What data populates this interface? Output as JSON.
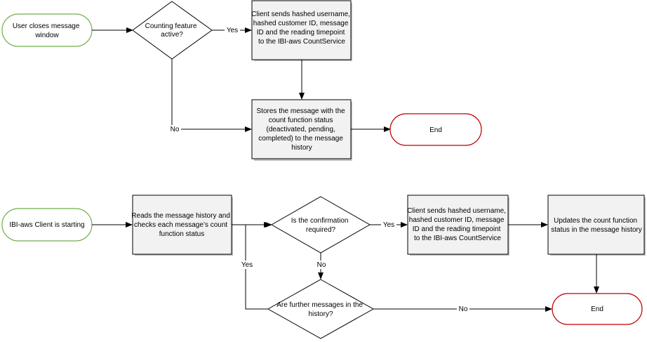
{
  "flow1": {
    "start": [
      "User closes message",
      "window"
    ],
    "decision": [
      "Counting feature",
      "active?"
    ],
    "send": [
      "Client sends hashed username,",
      "hashed customer ID, message",
      "ID and the reading timepoint",
      "to the IBI-aws CountService"
    ],
    "store": [
      "Stores the message with the",
      "count function status",
      "(deactivated, pending,",
      "completed) to the message",
      "history"
    ],
    "end": "End",
    "yes_label": "Yes",
    "no_label": "No"
  },
  "flow2": {
    "start": "IBI-aws Client is starting",
    "read": [
      "Reads the message history and",
      "checks each message’s count",
      "function status"
    ],
    "decision_confirm": [
      "Is the confirmation",
      "required?"
    ],
    "send": [
      "Client sends hashed username,",
      "hashed customer ID, message",
      "ID and the reading timepoint",
      "to the IBI-aws CountService"
    ],
    "update": [
      "Updates the count function",
      "status in the message history"
    ],
    "decision_more": [
      "Are further messages in the",
      "history?"
    ],
    "end": "End",
    "yes_confirm_label": "Yes",
    "no_confirm_label": "No",
    "yes_more_label": "Yes",
    "no_more_label": "No"
  }
}
